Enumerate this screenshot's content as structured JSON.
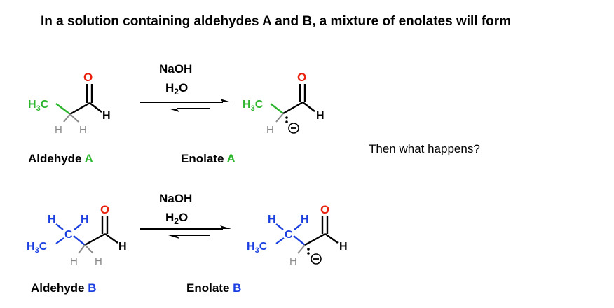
{
  "heading": "In a solution containing aldehydes A and B, a mixture of enolates will form",
  "question": "Then what happens?",
  "colors": {
    "green": "#2db52d",
    "blue": "#1a3fe0",
    "red": "#e8200c",
    "gray": "#8a8a8a",
    "black": "#000000"
  },
  "row_a": {
    "reagent_top": "NaOH",
    "reagent_bottom_main": "H",
    "reagent_bottom_sub": "2",
    "reagent_bottom_end": "O",
    "aldehyde_caption": "Aldehyde",
    "aldehyde_letter": "A",
    "enolate_caption": "Enolate",
    "enolate_letter": "A"
  },
  "row_b": {
    "reagent_top": "NaOH",
    "reagent_bottom_main": "H",
    "reagent_bottom_sub": "2",
    "reagent_bottom_end": "O",
    "aldehyde_caption": "Aldehyde",
    "aldehyde_letter": "B",
    "enolate_caption": "Enolate",
    "enolate_letter": "B"
  },
  "atoms": {
    "O": "O",
    "H": "H",
    "C": "C",
    "H3C_main": "H",
    "H3C_sub": "3",
    "H3C_end": "C",
    "minus": "−"
  }
}
